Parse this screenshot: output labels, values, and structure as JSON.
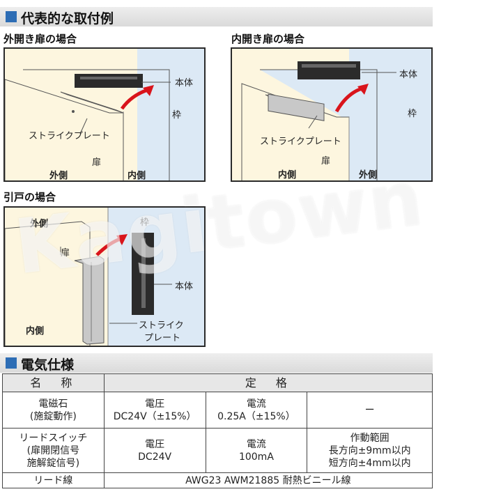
{
  "section1": {
    "title": "代表的な取付例"
  },
  "case_outward": {
    "caption": "外開き扉の場合",
    "body": "本体",
    "frame": "枠",
    "strike": "ストライクプレート",
    "door": "扉",
    "outside": "外側",
    "inside": "内側"
  },
  "case_inward": {
    "caption": "内開き扉の場合",
    "body": "本体",
    "frame": "枠",
    "strike": "ストライクプレート",
    "door": "扉",
    "inside": "内側",
    "outside": "外側"
  },
  "case_sliding": {
    "caption": "引戸の場合",
    "outside": "外側",
    "door": "扉",
    "frame": "枠",
    "body": "本体",
    "strike_line1": "ストライク",
    "strike_line2": "プレート",
    "inside": "内側"
  },
  "watermark": "Kagitown",
  "section2": {
    "title": "電気仕様"
  },
  "spec_table": {
    "header_name": "名　称",
    "header_rating": "定　格",
    "rows": [
      {
        "name_l1": "電磁石",
        "name_l2": "(施錠動作)",
        "c1_l1": "電圧",
        "c1_l2": "DC24V（±15%）",
        "c2_l1": "電流",
        "c2_l2": "0.25A（±15%）",
        "c3": "ー"
      },
      {
        "name_l1": "リードスイッチ",
        "name_l2": "(扉開閉信号",
        "name_l3": "施解錠信号)",
        "c1_l1": "電圧",
        "c1_l2": "DC24V",
        "c2_l1": "電流",
        "c2_l2": "100mA",
        "c3_l1": "作動範囲",
        "c3_l2": "長方向±9mm以内",
        "c3_l3": "短方向±4mm以内"
      },
      {
        "name": "リード線",
        "value": "AWG23 AWM21885 耐熱ビニール線"
      }
    ]
  },
  "colors": {
    "panel_bg": "#fdf6df",
    "accent_blue": "#2d6db5",
    "arrow_red": "#d9141b"
  }
}
